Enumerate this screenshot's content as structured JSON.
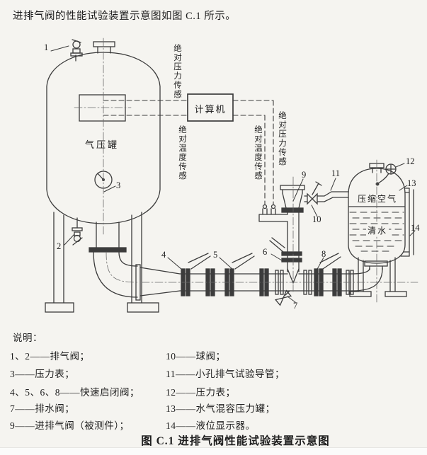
{
  "page": {
    "intro": "进排气阀的性能试验装置示意图如图 C.1 所示。",
    "caption": "图 C.1  进排气阀性能试验装置示意图"
  },
  "diagram": {
    "left_tank_label": "气压罐",
    "computer_label": "计算机",
    "sensors": {
      "left_top": "绝对压力传感",
      "left_bottom": "绝对温度传感",
      "mid_right": "绝对温度传感",
      "far_right": "绝对压力传感"
    },
    "right_tank": {
      "air_label": "压缩空气",
      "water_label": "清水"
    },
    "callouts": [
      "1",
      "2",
      "3",
      "4",
      "5",
      "6",
      "7",
      "8",
      "9",
      "10",
      "11",
      "12",
      "13",
      "14"
    ]
  },
  "legend": {
    "title": "说明：",
    "left": [
      "1、2——排气阀；",
      "3——压力表；",
      "4、5、6、8——快速启闭阀；",
      "7——排水阀；",
      "9——进排气阀（被测件）；"
    ],
    "right": [
      "10——球阀；",
      "11——小孔排气试验导管；",
      "12——压力表；",
      "13——水气混容压力罐；",
      "14——液位显示器。"
    ]
  }
}
